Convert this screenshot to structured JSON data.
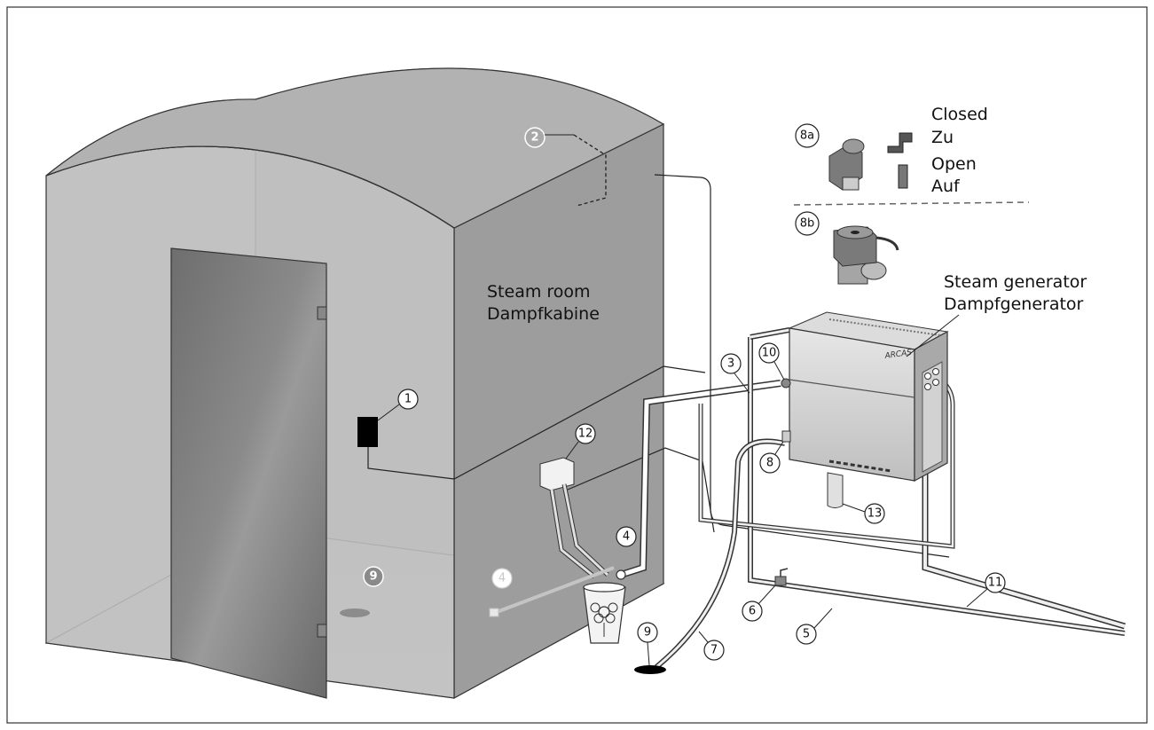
{
  "labels": {
    "steam_room_en": "Steam room",
    "steam_room_de": "Dampfkabine",
    "steam_generator_en": "Steam generator",
    "steam_generator_de": "Dampfgenerator",
    "closed_en": "Closed",
    "closed_de": "Zu",
    "open_en": "Open",
    "open_de": "Auf",
    "brand": "ARCAS"
  },
  "callouts": {
    "c1": "1",
    "c2": "2",
    "c3": "3",
    "c4": "4",
    "c4b": "4",
    "c5": "5",
    "c6": "6",
    "c7": "7",
    "c8": "8",
    "c8a": "8a",
    "c8b": "8b",
    "c9": "9",
    "c9b": "9",
    "c10": "10",
    "c11": "11",
    "c12": "12",
    "c13": "13"
  }
}
